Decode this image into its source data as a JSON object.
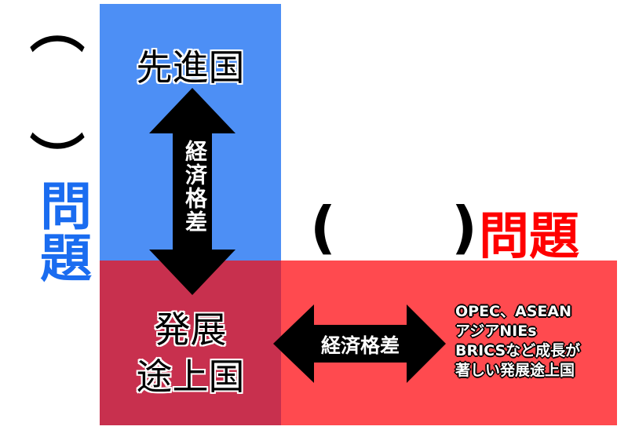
{
  "colors": {
    "advanced": "#4d8ff5",
    "developing": "#c8304e",
    "emerging": "#ff4a4f",
    "left_label": "#1a6cf0",
    "right_label": "#ff0000"
  },
  "advanced_label": "先進国",
  "developing_label": [
    "発展",
    "途上国"
  ],
  "vertical_arrow_label": "経済格差",
  "horizontal_arrow_label": "経済格差",
  "emerging_note": [
    "OPEC、ASEAN",
    "アジアNIEs",
    "BRICSなど成長が",
    "著しい発展途上国"
  ],
  "left_blank": {
    "open": "︵",
    "close": "︶",
    "label": "問題"
  },
  "right_blank": {
    "open": "(",
    "close": ")",
    "label": "問題"
  }
}
